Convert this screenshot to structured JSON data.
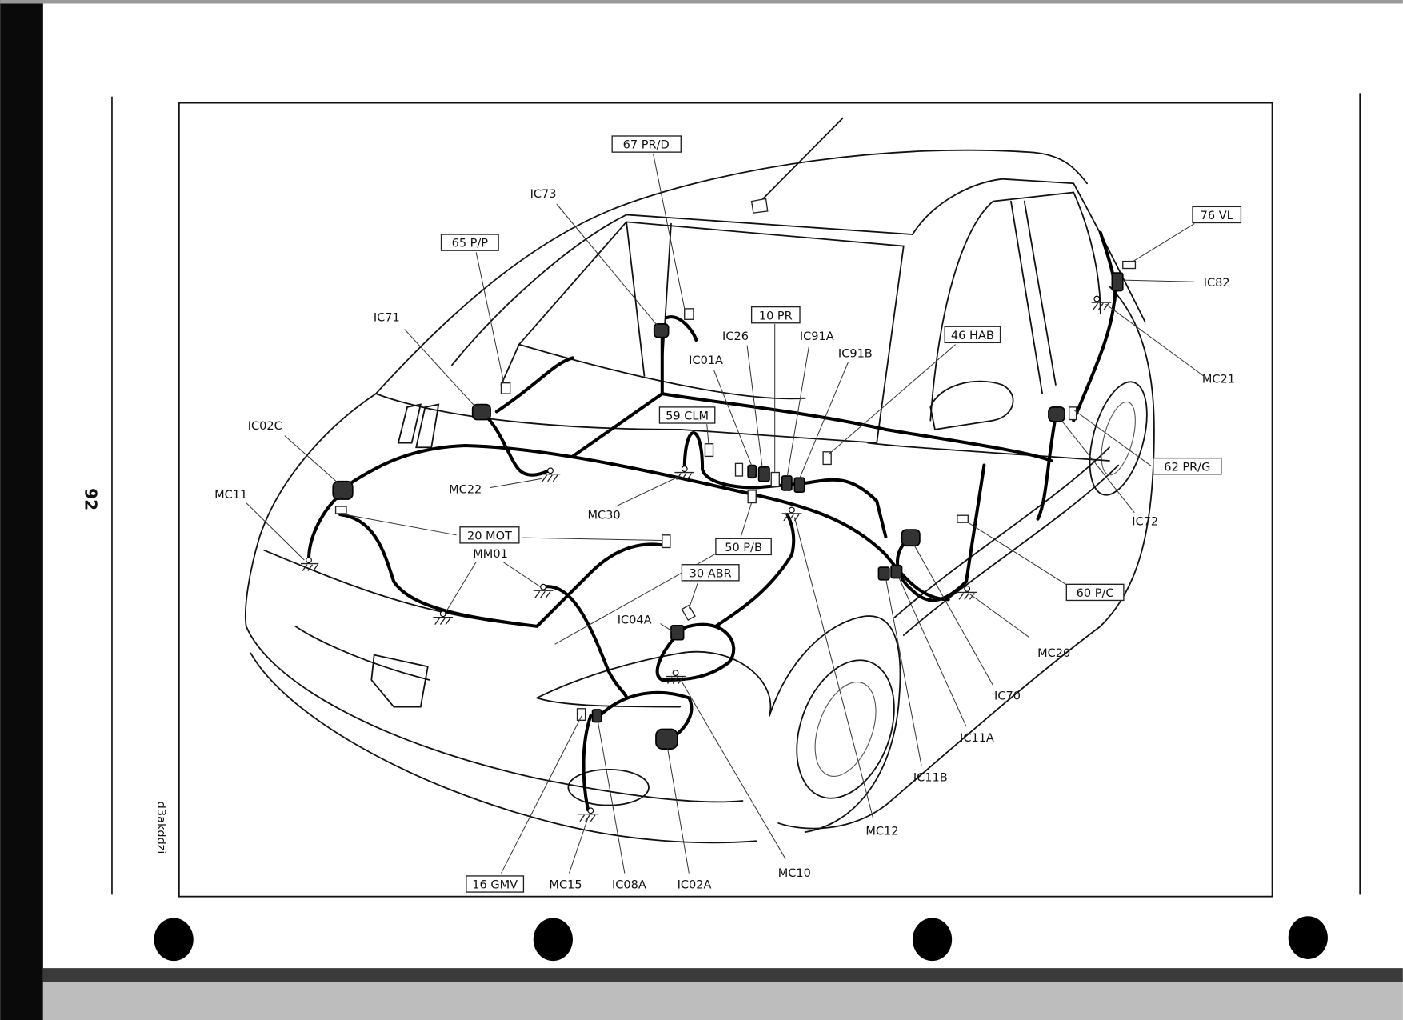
{
  "page": {
    "page_number": "92",
    "reference_code": "d3akddzi"
  },
  "callouts": [
    {
      "text": "67 PR/D",
      "boxed": true
    },
    {
      "text": "IC73",
      "boxed": false
    },
    {
      "text": "65 P/P",
      "boxed": true
    },
    {
      "text": "IC71",
      "boxed": false
    },
    {
      "text": "10 PR",
      "boxed": true
    },
    {
      "text": "IC26",
      "boxed": false
    },
    {
      "text": "IC91A",
      "boxed": false
    },
    {
      "text": "IC91B",
      "boxed": false
    },
    {
      "text": "IC01A",
      "boxed": false
    },
    {
      "text": "46 HAB",
      "boxed": true
    },
    {
      "text": "76 VL",
      "boxed": true
    },
    {
      "text": "IC82",
      "boxed": false
    },
    {
      "text": "MC21",
      "boxed": false
    },
    {
      "text": "IC02C",
      "boxed": false
    },
    {
      "text": "59 CLM",
      "boxed": true
    },
    {
      "text": "62 PR/G",
      "boxed": true
    },
    {
      "text": "MC11",
      "boxed": false
    },
    {
      "text": "MC22",
      "boxed": false
    },
    {
      "text": "MC30",
      "boxed": false
    },
    {
      "text": "IC72",
      "boxed": false
    },
    {
      "text": "20 MOT",
      "boxed": true
    },
    {
      "text": "MM01",
      "boxed": false
    },
    {
      "text": "50 P/B",
      "boxed": true
    },
    {
      "text": "30 ABR",
      "boxed": true
    },
    {
      "text": "60 P/C",
      "boxed": true
    },
    {
      "text": "IC04A",
      "boxed": false
    },
    {
      "text": "MC20",
      "boxed": false
    },
    {
      "text": "IC70",
      "boxed": false
    },
    {
      "text": "IC11A",
      "boxed": false
    },
    {
      "text": "IC11B",
      "boxed": false
    },
    {
      "text": "MC12",
      "boxed": false
    },
    {
      "text": "MC10",
      "boxed": false
    },
    {
      "text": "16 GMV",
      "boxed": true
    },
    {
      "text": "MC15",
      "boxed": false
    },
    {
      "text": "IC08A",
      "boxed": false
    },
    {
      "text": "IC02A",
      "boxed": false
    }
  ]
}
